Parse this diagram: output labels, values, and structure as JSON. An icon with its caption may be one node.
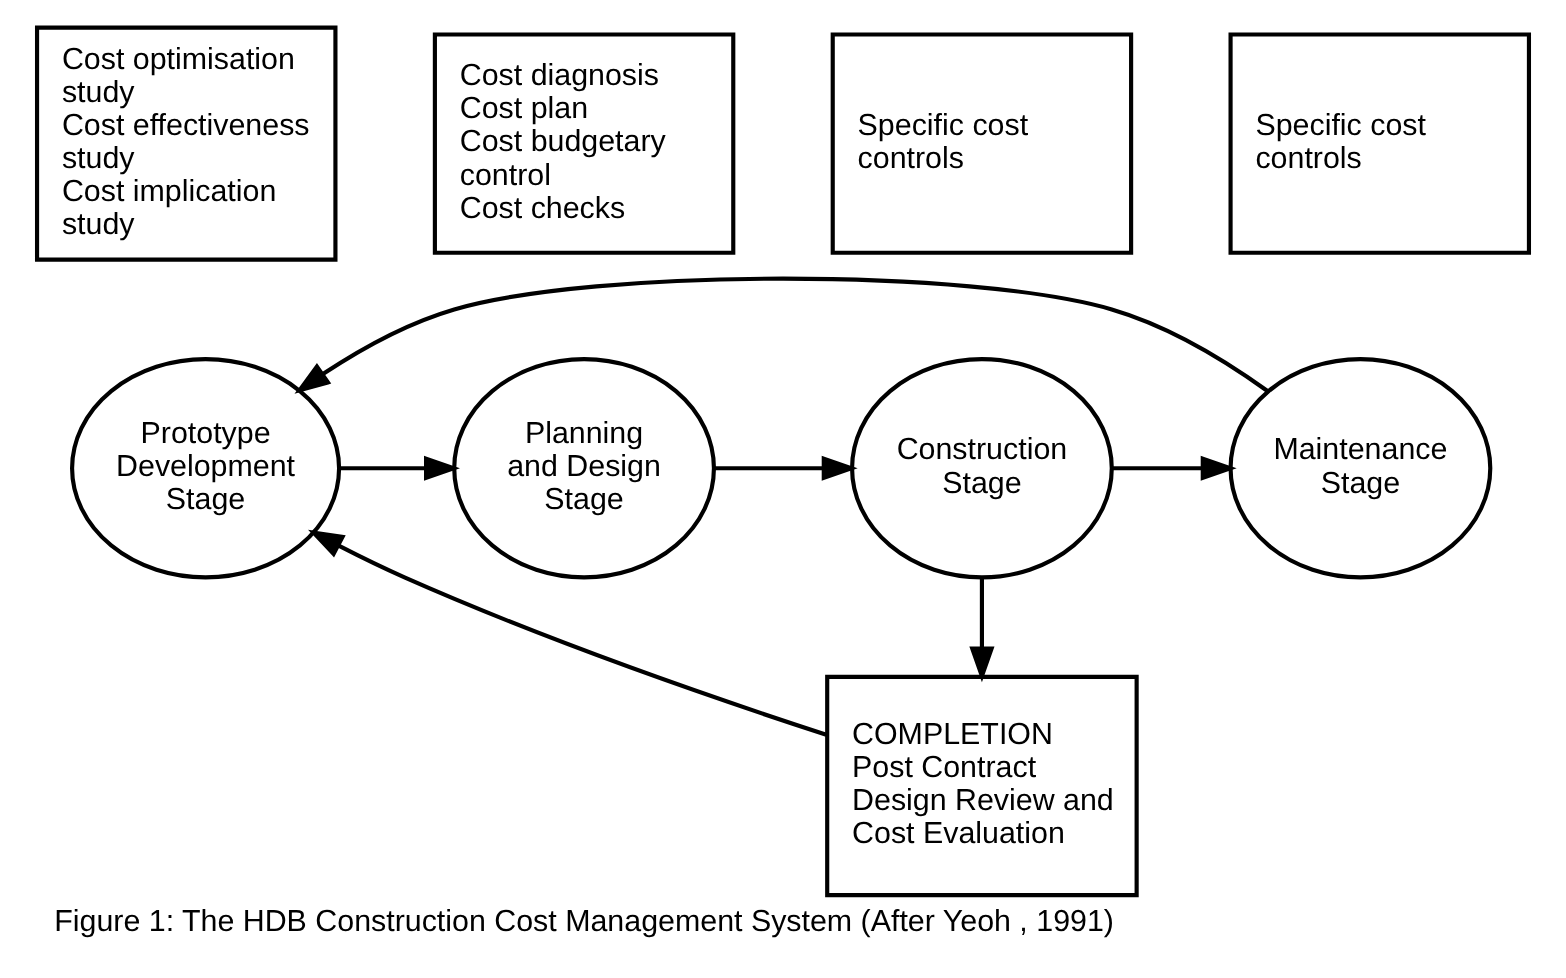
{
  "diagram": {
    "caption": "Figure 1: The HDB Construction Cost Management System (After Yeoh , 1991)",
    "nodes": [
      {
        "text": [
          "Cost optimisation study",
          "Cost effectiveness study",
          "Cost implication study"
        ]
      },
      {
        "text": [
          "Cost diagnosis",
          "Cost plan",
          "Cost budgetary control",
          "Cost checks"
        ]
      },
      {
        "text": [
          "Specific cost controls"
        ]
      },
      {
        "text": [
          "Specific cost controls"
        ]
      },
      {
        "text": [
          "Prototype Development Stage"
        ]
      },
      {
        "text": [
          "Planning and Design Stage"
        ]
      },
      {
        "text": [
          "Construction Stage"
        ]
      },
      {
        "text": [
          "Maintenance Stage"
        ]
      },
      {
        "text": [
          "COMPLETION",
          "Post Contract Design Review and Cost Evaluation"
        ]
      }
    ],
    "edges": [
      {
        "from": 4,
        "to": 5,
        "arrow": "to"
      },
      {
        "from": 5,
        "to": 6,
        "arrow": "to"
      },
      {
        "from": 6,
        "to": 7,
        "arrow": "to"
      },
      {
        "from": 6,
        "to": 8,
        "arrow": "to"
      },
      {
        "from": 8,
        "to": 4,
        "arrow": "to"
      },
      {
        "from": 7,
        "to": 4,
        "arrow": "to"
      }
    ]
  }
}
